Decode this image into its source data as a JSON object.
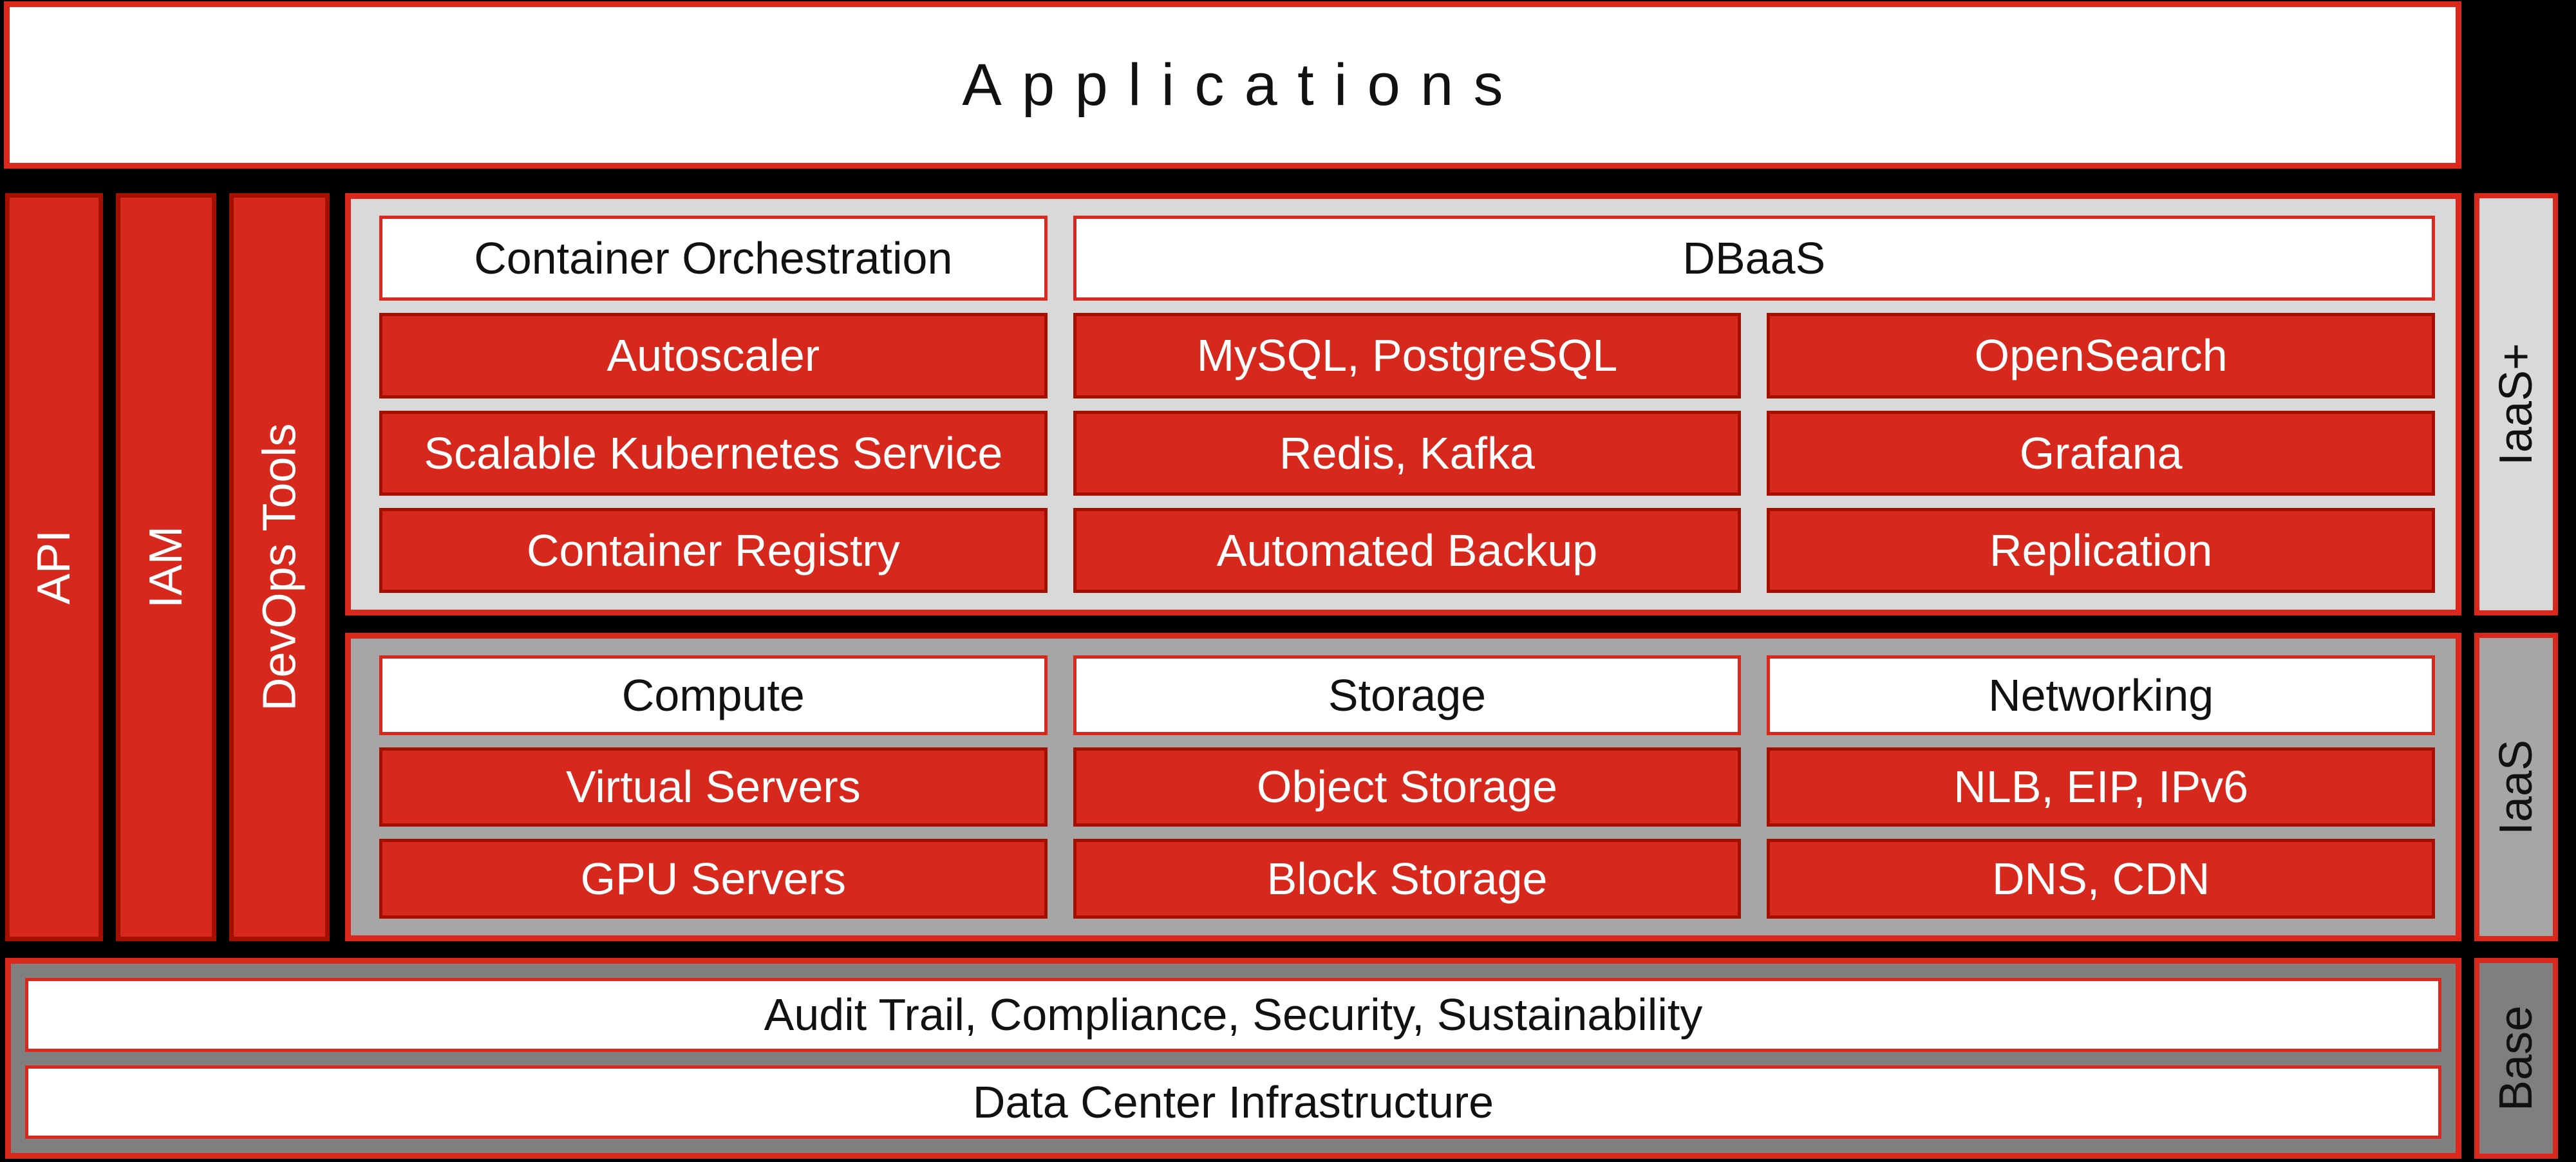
{
  "colors": {
    "background": "#000000",
    "accent_red": "#da291c",
    "box_fill_red": "#d7281d",
    "box_border_dark_red": "#a50f00",
    "tier_gray_light": "#d9d9d9",
    "tier_gray_mid": "#a6a6a6",
    "tier_gray_dark": "#7f7f7f"
  },
  "header": {
    "title": "Applications"
  },
  "rails": [
    {
      "label": "API"
    },
    {
      "label": "IAM"
    },
    {
      "label": "DevOps Tools"
    }
  ],
  "sections": {
    "iaas_plus": {
      "tier_label": "IaaS+",
      "col1_header": "Container Orchestration",
      "col23_header": "DBaaS",
      "rows": [
        {
          "c1": "Autoscaler",
          "c2": "MySQL, PostgreSQL",
          "c3": "OpenSearch"
        },
        {
          "c1": "Scalable Kubernetes Service",
          "c2": "Redis, Kafka",
          "c3": "Grafana"
        },
        {
          "c1": "Container Registry",
          "c2": "Automated Backup",
          "c3": "Replication"
        }
      ]
    },
    "iaas": {
      "tier_label": "IaaS",
      "headers": {
        "c1": "Compute",
        "c2": "Storage",
        "c3": "Networking"
      },
      "rows": [
        {
          "c1": "Virtual Servers",
          "c2": "Object Storage",
          "c3": "NLB, EIP, IPv6"
        },
        {
          "c1": "GPU Servers",
          "c2": "Block Storage",
          "c3": "DNS, CDN"
        }
      ]
    },
    "base": {
      "tier_label": "Base",
      "rows": [
        "Audit Trail, Compliance, Security, Sustainability",
        "Data Center Infrastructure"
      ]
    }
  }
}
